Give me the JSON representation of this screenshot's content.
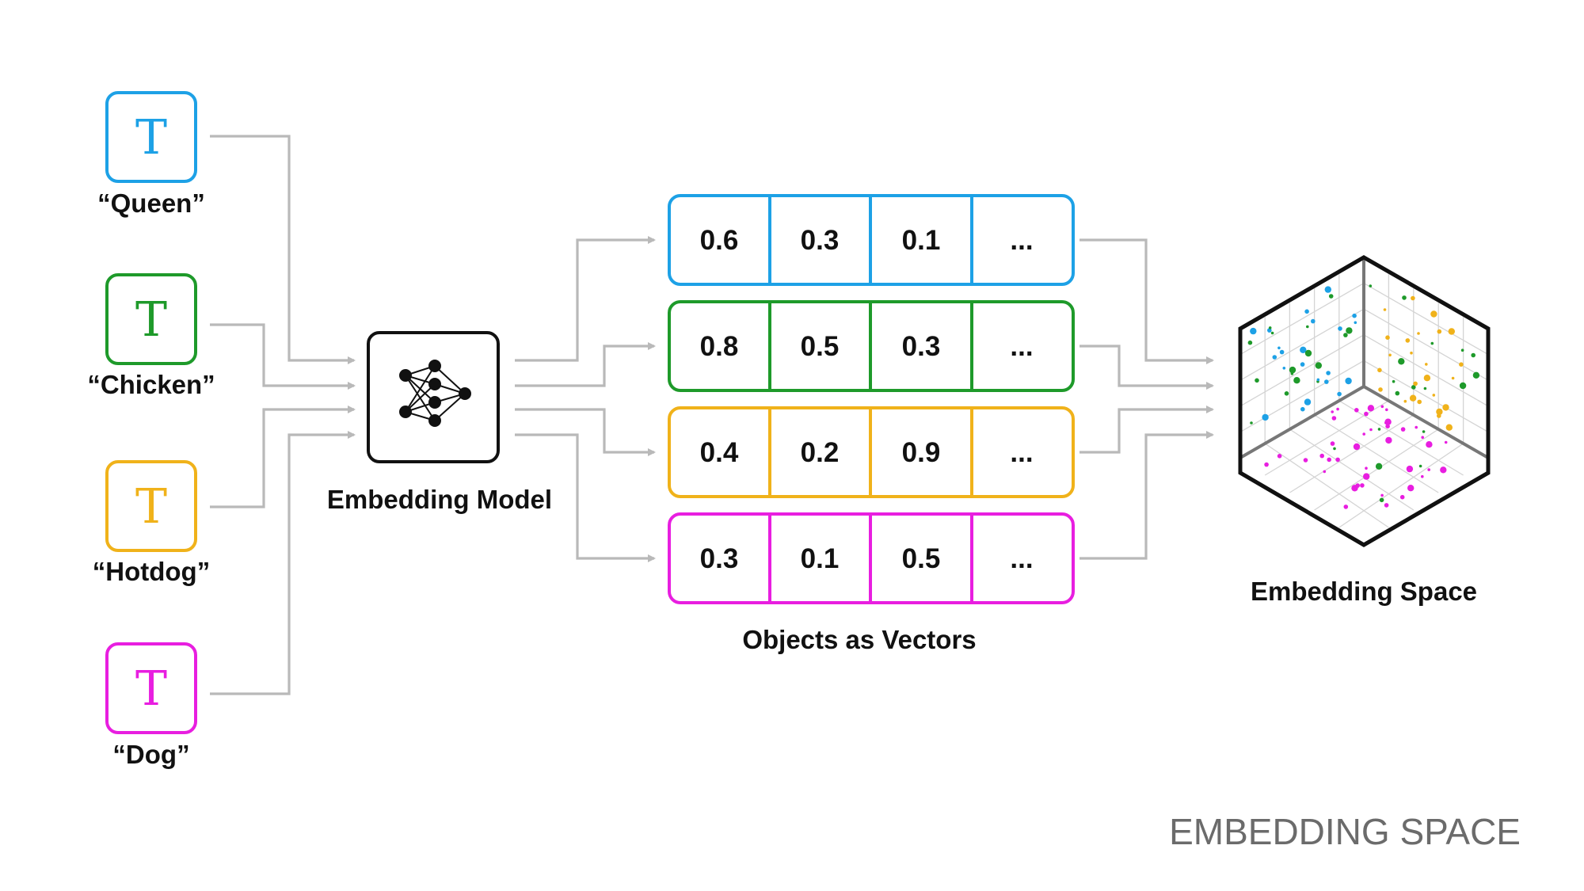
{
  "inputs": [
    {
      "label": "“Queen”",
      "icon": "T",
      "color": "#1da1e6"
    },
    {
      "label": "“Chicken”",
      "icon": "T",
      "color": "#1e9a2a"
    },
    {
      "label": "“Hotdog”",
      "icon": "T",
      "color": "#f0b21a"
    },
    {
      "label": "“Dog”",
      "icon": "T",
      "color": "#e81ee0"
    }
  ],
  "model": {
    "label": "Embedding Model",
    "icon": "neural-network-icon"
  },
  "vectors": {
    "label": "Objects as Vectors",
    "rows": [
      {
        "values": [
          "0.6",
          "0.3",
          "0.1",
          "..."
        ],
        "color": "#1da1e6"
      },
      {
        "values": [
          "0.8",
          "0.5",
          "0.3",
          "..."
        ],
        "color": "#1e9a2a"
      },
      {
        "values": [
          "0.4",
          "0.2",
          "0.9",
          "..."
        ],
        "color": "#f0b21a"
      },
      {
        "values": [
          "0.3",
          "0.1",
          "0.5",
          "..."
        ],
        "color": "#e81ee0"
      }
    ]
  },
  "space": {
    "label": "Embedding Space",
    "icon": "3d-scatter-cube-icon"
  },
  "footer": {
    "brand": "EMBEDDING SPACE"
  },
  "colors": {
    "connector": "#b9b9b9",
    "text": "#111111",
    "brand": "#6b6b6b"
  }
}
